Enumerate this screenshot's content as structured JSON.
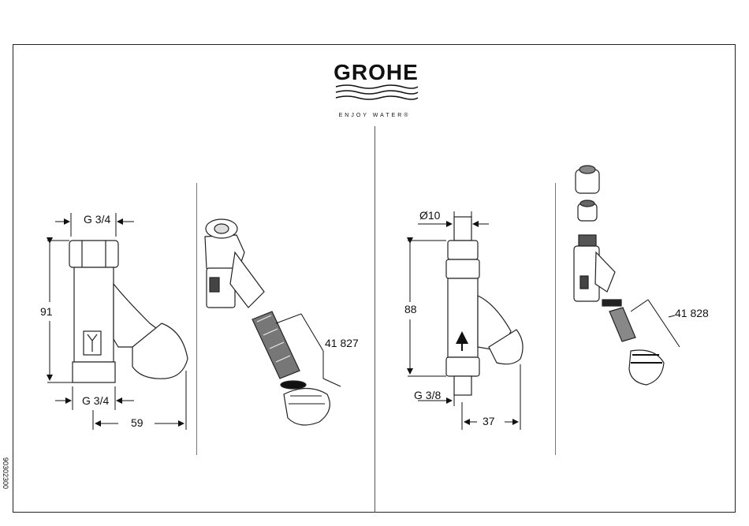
{
  "brand": {
    "name": "GROHE",
    "tagline": "ENJOY WATER®"
  },
  "document_number": "90302300",
  "left_product": {
    "thread_top": "G 3/4",
    "thread_bottom": "G 3/4",
    "height": "91",
    "depth": "59",
    "spare_part": "41 827"
  },
  "right_product": {
    "pipe_diameter": "Ø10",
    "thread_bottom": "G 3/8",
    "height": "88",
    "depth": "37",
    "spare_part": "41 828"
  }
}
